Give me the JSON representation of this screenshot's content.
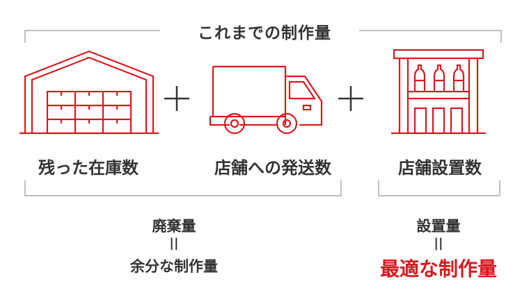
{
  "header": {
    "title": "これまでの制作量"
  },
  "items": [
    {
      "label": "残った在庫数",
      "icon": "warehouse-icon"
    },
    {
      "label": "店舗への発送数",
      "icon": "truck-icon"
    },
    {
      "label": "店舗設置数",
      "icon": "store-shelf-icon"
    }
  ],
  "operators": {
    "plus": "+"
  },
  "results": {
    "left": {
      "top": "廃棄量",
      "equals": "||",
      "bottom": "余分な制作量"
    },
    "right": {
      "top": "設置量",
      "equals": "||",
      "bottom": "最適な制作量"
    }
  },
  "colors": {
    "accent": "#d71920",
    "text": "#333333",
    "bracket": "#aaaaaa"
  }
}
